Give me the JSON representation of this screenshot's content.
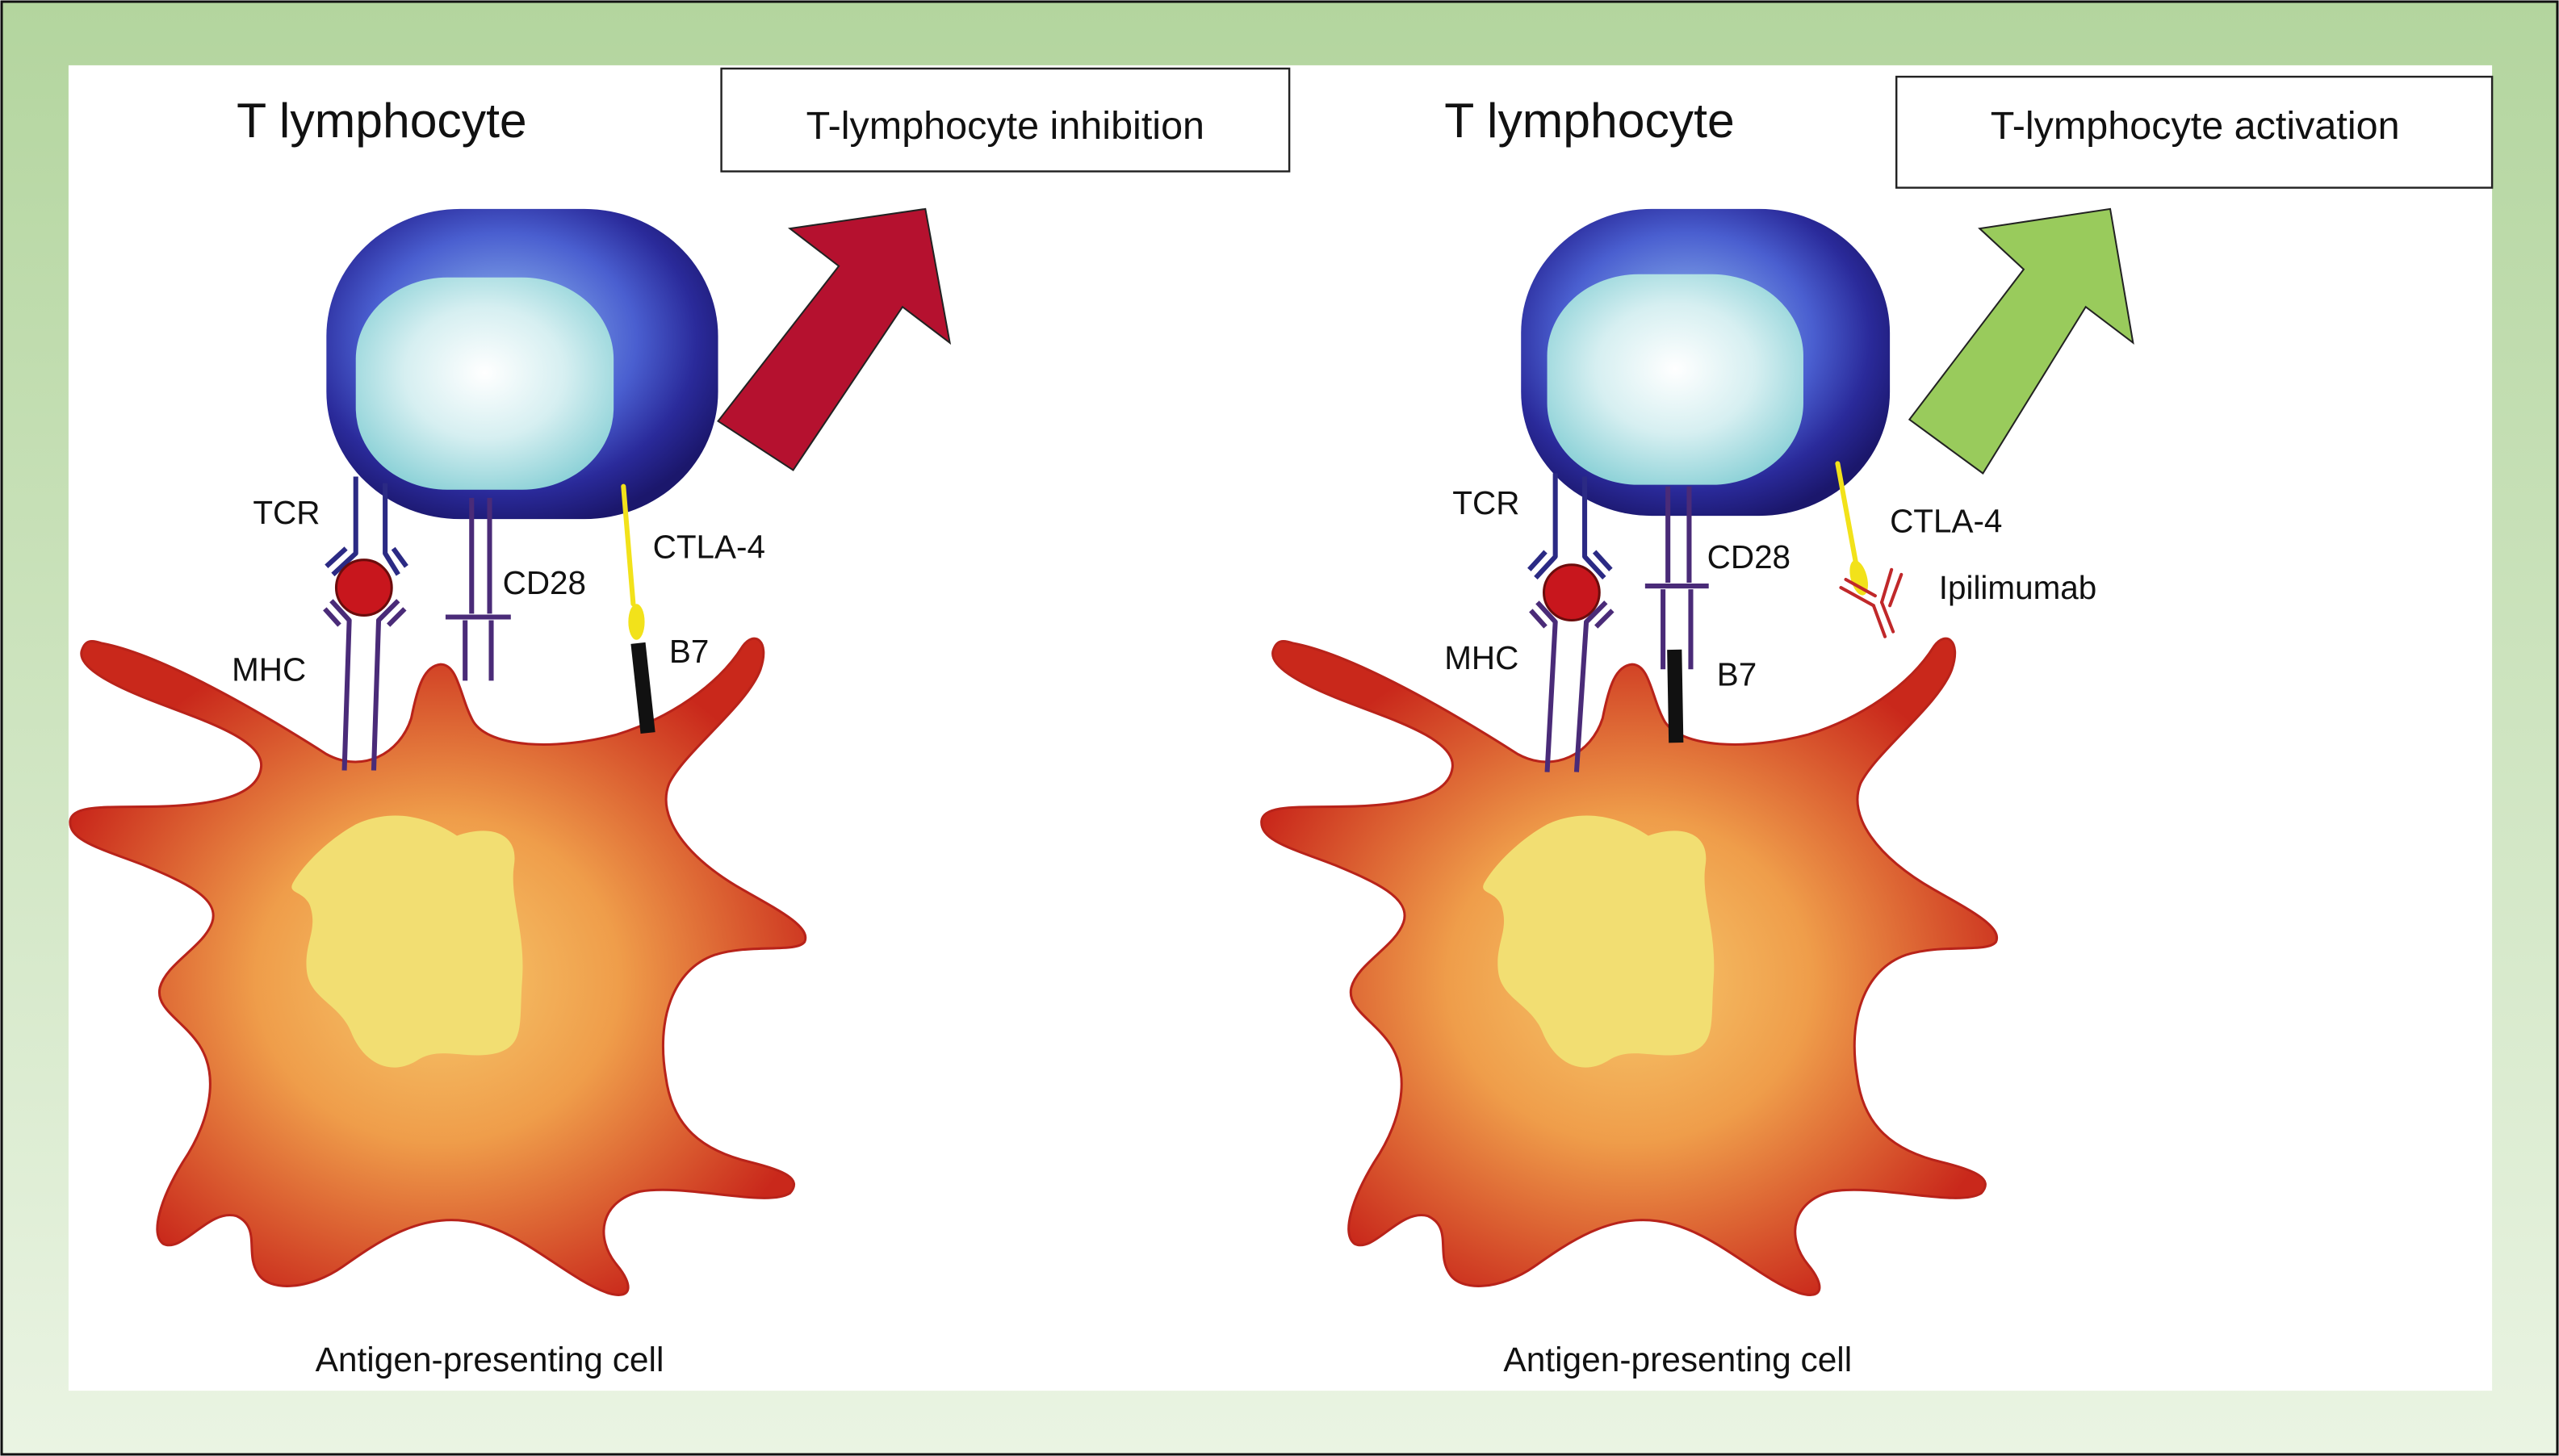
{
  "left_panel": {
    "cell_title": "T lymphocyte",
    "outcome_box": "T-lymphocyte inhibition",
    "labels": {
      "tcr": "TCR",
      "mhc": "MHC",
      "cd28": "CD28",
      "ctla4": "CTLA-4",
      "b7": "B7"
    },
    "apc_label": "Antigen-presenting cell",
    "arrow_color": "#b5112f"
  },
  "right_panel": {
    "cell_title": "T lymphocyte",
    "outcome_box": "T-lymphocyte activation",
    "labels": {
      "tcr": "TCR",
      "mhc": "MHC",
      "cd28": "CD28",
      "ctla4": "CTLA-4",
      "b7": "B7",
      "antibody": "Ipilimumab"
    },
    "apc_label": "Antigen-presenting cell",
    "arrow_color": "#99cb5c"
  },
  "colors": {
    "peptide": "#c8161d",
    "ctla4": "#f2e21a",
    "b7": "#111111",
    "antibody": "#c0282a",
    "apc_nucleus": "#f2de72"
  }
}
